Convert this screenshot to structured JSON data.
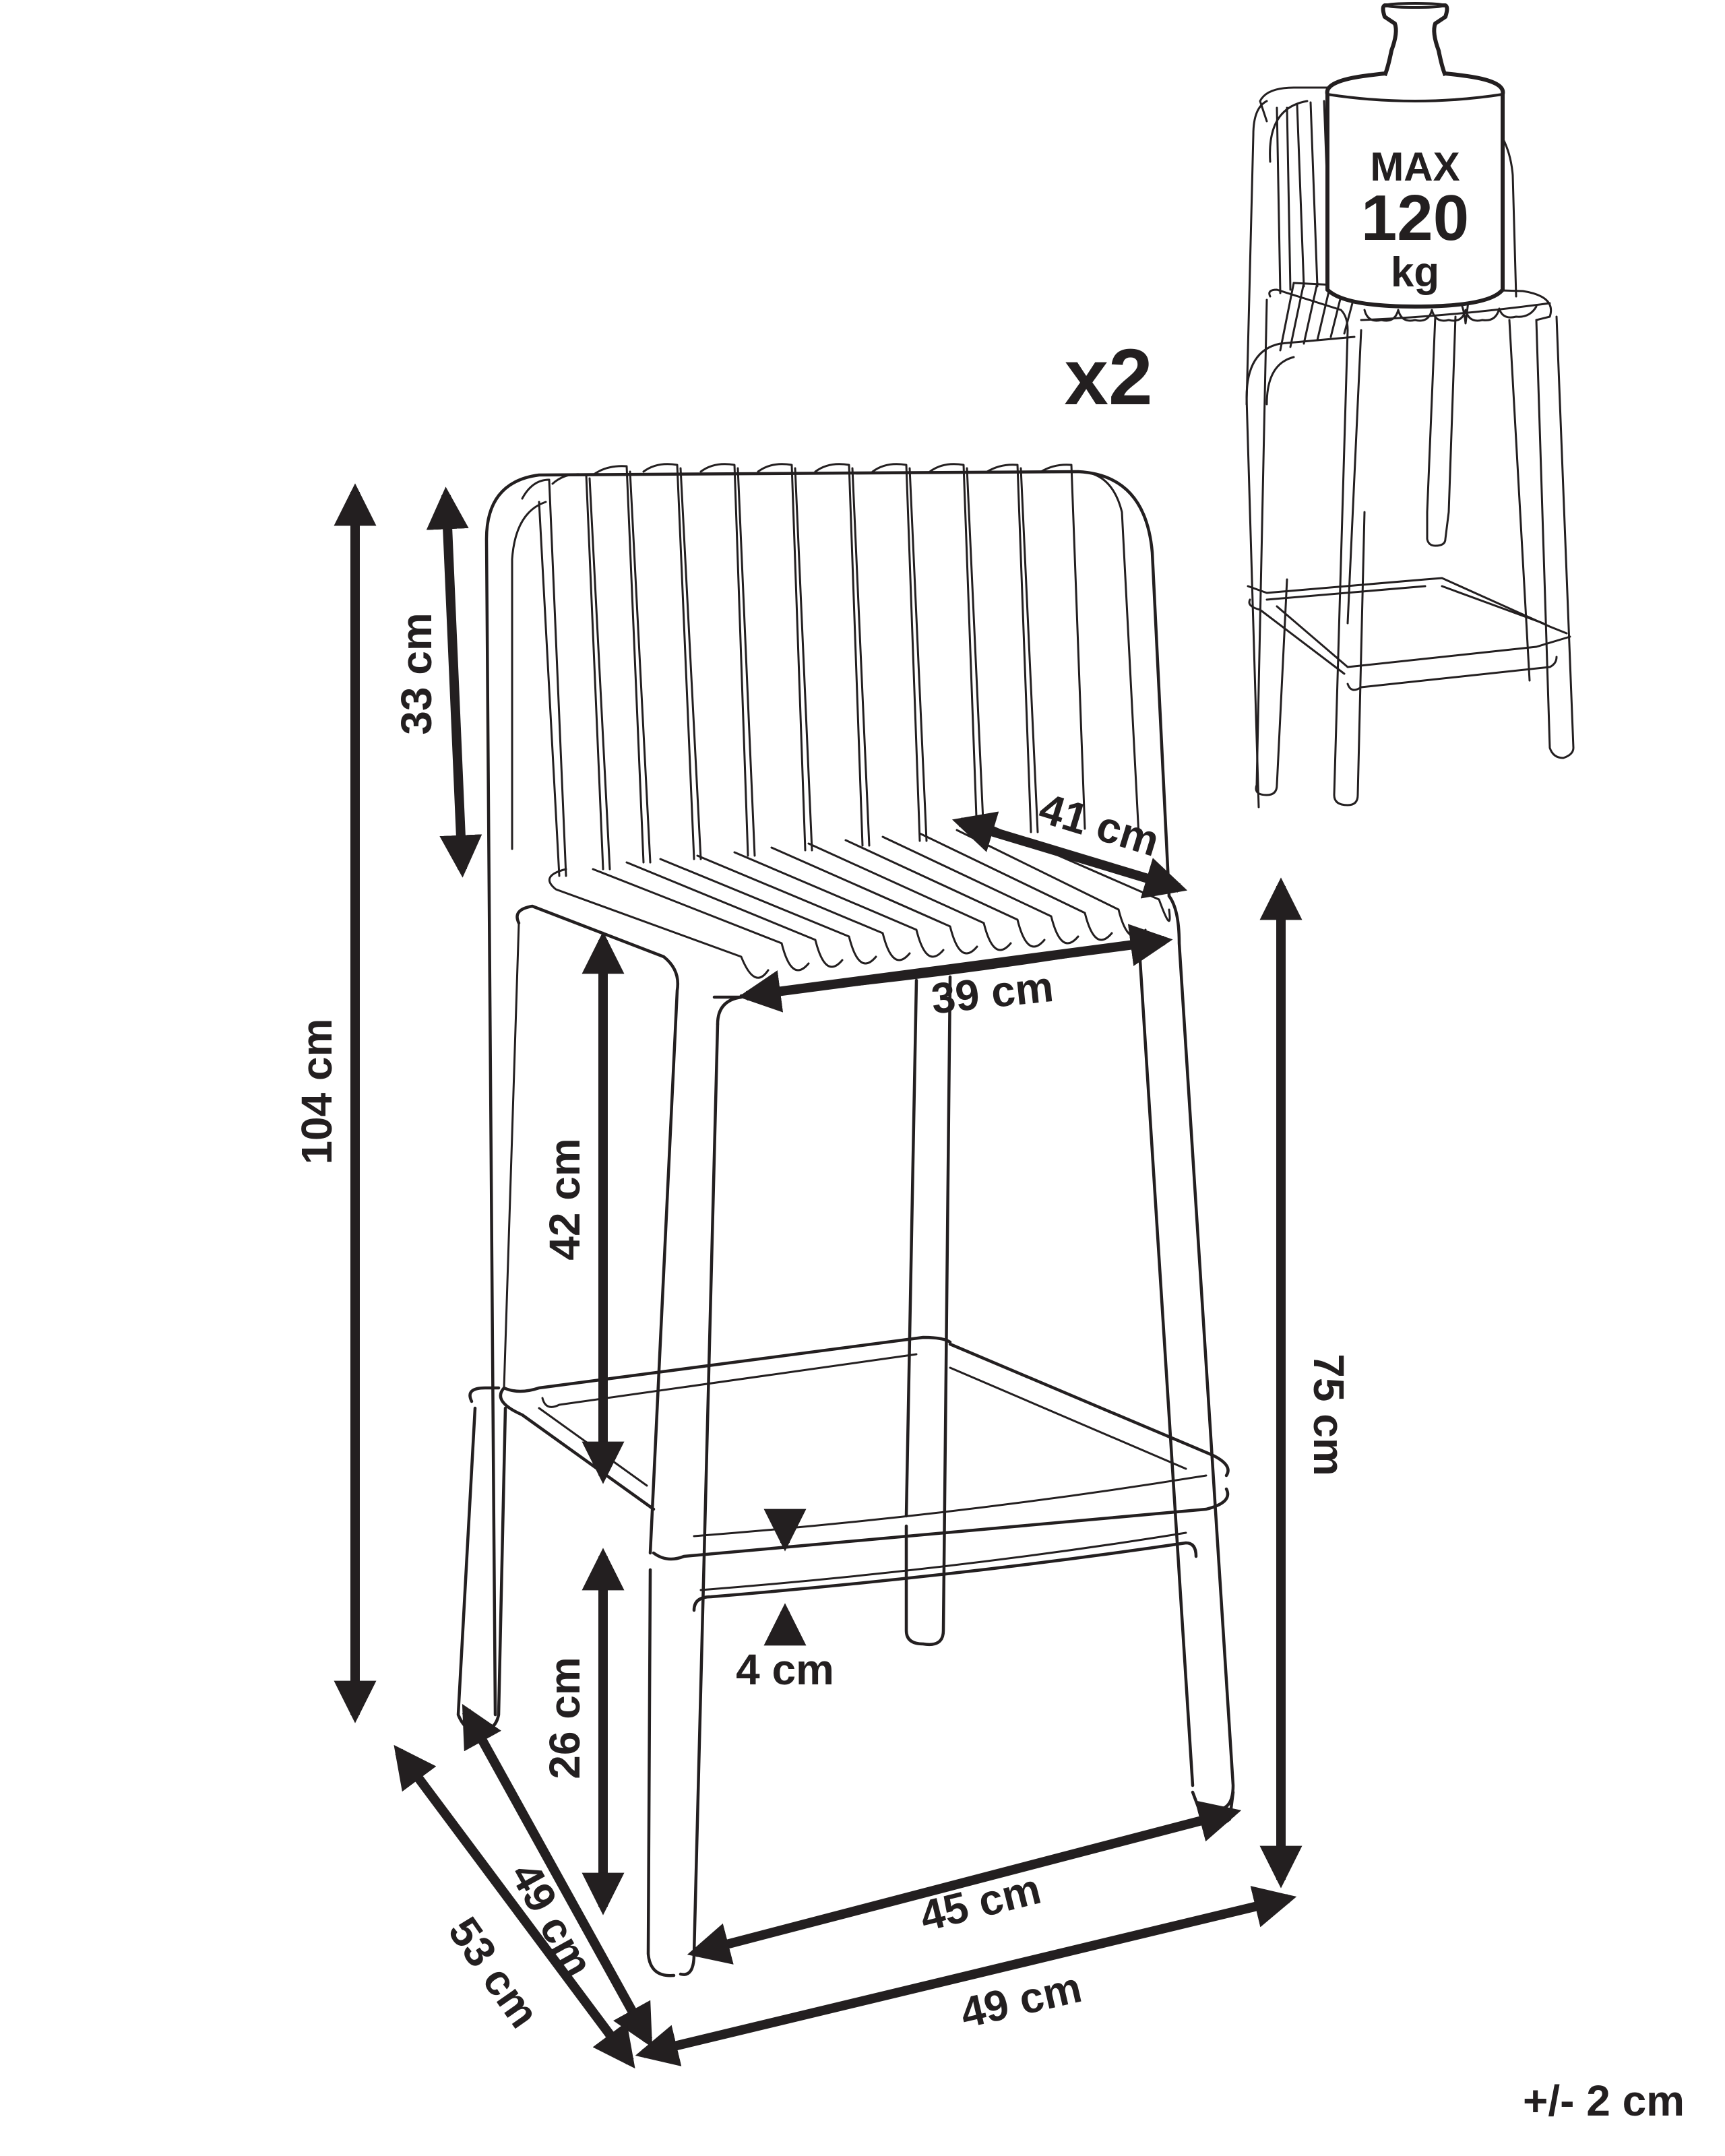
{
  "diagram": {
    "subject": "bar-stool",
    "quantity_label": "x2",
    "tolerance_label": "+/- 2 cm",
    "colors": {
      "ink": "#231f20",
      "background": "#ffffff"
    },
    "weight_badge": {
      "line1": "MAX",
      "line2": "120",
      "line3": "kg"
    },
    "dimensions": {
      "total_height": "104 cm",
      "backrest_height": "33 cm",
      "seat_to_footrest": "42 cm",
      "footrest_height": "26 cm",
      "footrest_thickness": "4 cm",
      "seat_depth": "41 cm",
      "seat_width": "39 cm",
      "seat_height": "75 cm",
      "inner_leg_width": "45 cm",
      "outer_width": "49 cm",
      "inner_depth": "49 cm",
      "outer_depth": "53 cm"
    }
  }
}
